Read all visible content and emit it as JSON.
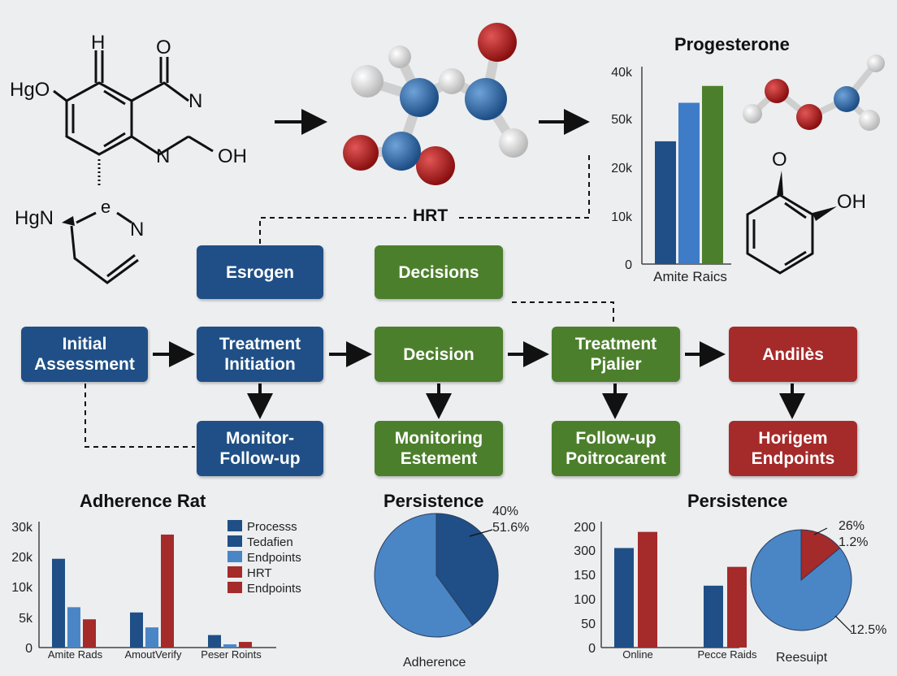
{
  "molecule_left": {
    "atom_h": "H",
    "atom_o": "O",
    "group_hgo": "HgO",
    "atom_n1": "N",
    "atom_n2": "N",
    "group_oh": "OH",
    "group_hgn": "HgN",
    "atom_e": "e",
    "atom_n3": "N"
  },
  "hrt_label": "HRT",
  "progesterone_title": "Progesterone",
  "phenol_molecule": {
    "atom_o": "O",
    "group_oh": "OH"
  },
  "flow": {
    "top_boxes": [
      "Esrogen",
      "Decisions"
    ],
    "main_boxes": [
      [
        "Initial",
        "Assessment"
      ],
      [
        "Treatment",
        "Initiation"
      ],
      [
        "Decision"
      ],
      [
        "Treatment",
        "Pjalier"
      ],
      [
        "Andilès"
      ]
    ],
    "bottom_boxes": [
      [
        "Monitor-",
        "Follow-up"
      ],
      [
        "Monitoring",
        "Estement"
      ],
      [
        "Follow-up",
        "Poitrocarent"
      ],
      [
        "Horigem",
        "Endpoints"
      ]
    ]
  },
  "colors": {
    "blue": "#1f4f86",
    "green": "#4c7f2c",
    "red": "#a52a2a",
    "light_blue": "#3e7cc8",
    "medium_blue": "#4a86c6"
  },
  "chart_data": [
    {
      "type": "bar",
      "title": "",
      "categories": [
        "Amite Raics"
      ],
      "ytick_labels": [
        "40k",
        "50k",
        "20k",
        "10k",
        "0"
      ],
      "series": [
        {
          "values": [
            25500
          ],
          "color": "#1f4f86"
        },
        {
          "values": [
            33500
          ],
          "color": "#3e7cc8"
        },
        {
          "values": [
            37000
          ],
          "color": "#4c7f2c"
        }
      ],
      "ylim": [
        0,
        40000
      ]
    },
    {
      "type": "bar",
      "title": "Adherence Rat",
      "categories": [
        "Amite Rads",
        "AmoutVerify",
        "Peser Roints"
      ],
      "ytick_labels": [
        "30k",
        "20k",
        "10k",
        "5k",
        "0"
      ],
      "legend": [
        "Processs",
        "Tedafien",
        "Endpoints",
        "HRT",
        "Endpoints"
      ],
      "legend_colors": [
        "#1f4f86",
        "#1f4f86",
        "#4a86c6",
        "#a52a2a",
        "#a52a2a"
      ],
      "series": [
        {
          "values": [
            22000,
            8700,
            3100
          ],
          "color": "#1f4f86"
        },
        {
          "values": [
            10000,
            5000,
            800
          ],
          "color": "#4a86c6"
        },
        {
          "values": [
            7000,
            28000,
            1400
          ],
          "color": "#a52a2a"
        }
      ],
      "ylim": [
        0,
        30000
      ]
    },
    {
      "type": "pie",
      "title": "Persistence",
      "slice_labels": [
        "40%",
        "51.6%"
      ],
      "slices": [
        {
          "value": 40,
          "color": "#1f4f86"
        },
        {
          "value": 60,
          "color": "#4a86c6"
        }
      ],
      "xlabel": "Adherence"
    },
    {
      "type": "bar",
      "title": "Persistence",
      "categories": [
        "Online",
        "Pecce Raids"
      ],
      "ytick_labels": [
        "200",
        "300",
        "150",
        "100",
        "50",
        "0"
      ],
      "series": [
        {
          "values": [
            185,
            115
          ],
          "color": "#1f4f86"
        },
        {
          "values": [
            215,
            150
          ],
          "color": "#a52a2a"
        }
      ],
      "ylim": [
        0,
        225
      ]
    },
    {
      "type": "pie",
      "slice_labels": [
        "26%",
        "1.2%",
        "12.5%"
      ],
      "slices": [
        {
          "value": 14,
          "color": "#a52a2a"
        },
        {
          "value": 86,
          "color": "#4a86c6"
        }
      ],
      "xlabel": "Reesuipt"
    }
  ]
}
